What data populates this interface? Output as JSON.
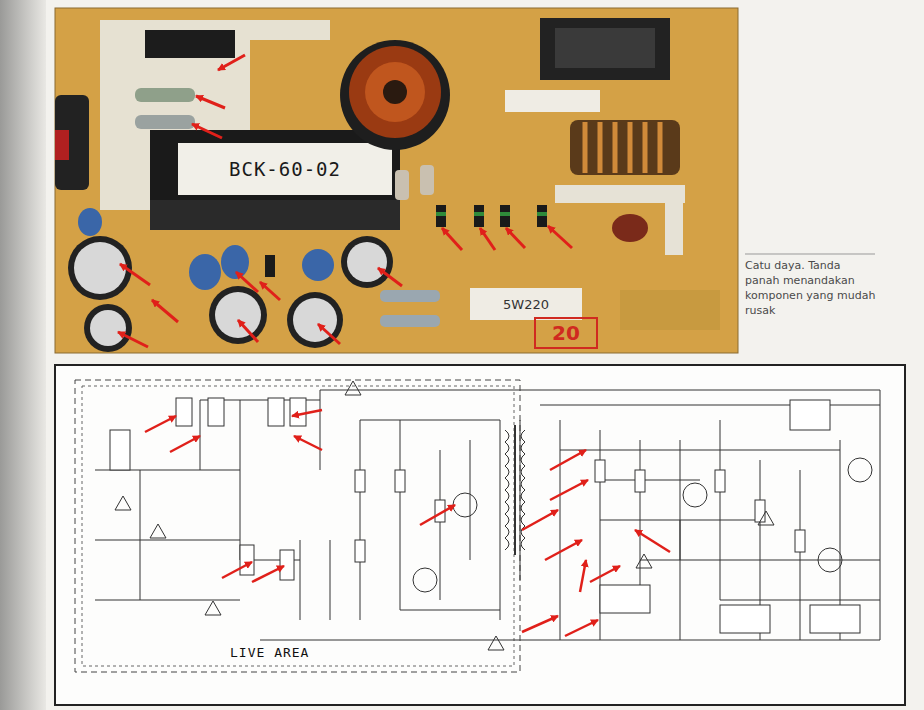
{
  "diagram": {
    "caption": "Catu daya. Tanda panah menandakan komponen yang mudah rusak",
    "labels": [
      "BCK-60-02",
      "5W220",
      "20",
      "LIVE AREA"
    ]
  }
}
